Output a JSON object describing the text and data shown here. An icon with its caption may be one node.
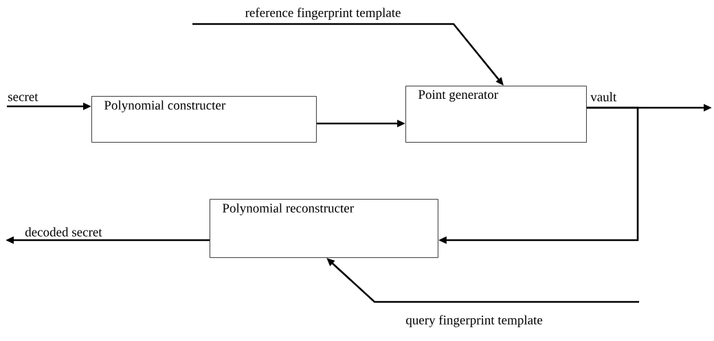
{
  "diagram": {
    "nodes": [
      {
        "text": [
          "Polynomial constructer"
        ]
      },
      {
        "text": [
          "Point generator"
        ]
      },
      {
        "text": [
          "Polynomial reconstructer"
        ]
      }
    ],
    "edges": [
      {
        "from": null,
        "to": 0,
        "arrow": "to",
        "label": "secret"
      },
      {
        "from": 0,
        "to": 1,
        "arrow": "to"
      },
      {
        "from": null,
        "to": 1,
        "arrow": "to",
        "label": "reference fingerprint template"
      },
      {
        "from": 1,
        "to": null,
        "arrow": "to",
        "label": "vault"
      },
      {
        "from": 1,
        "to": 2,
        "arrow": "to"
      },
      {
        "from": null,
        "to": 2,
        "arrow": "to",
        "label": "query fingerprint template"
      },
      {
        "from": 2,
        "to": null,
        "arrow": "to",
        "label": "decoded secret"
      }
    ]
  }
}
